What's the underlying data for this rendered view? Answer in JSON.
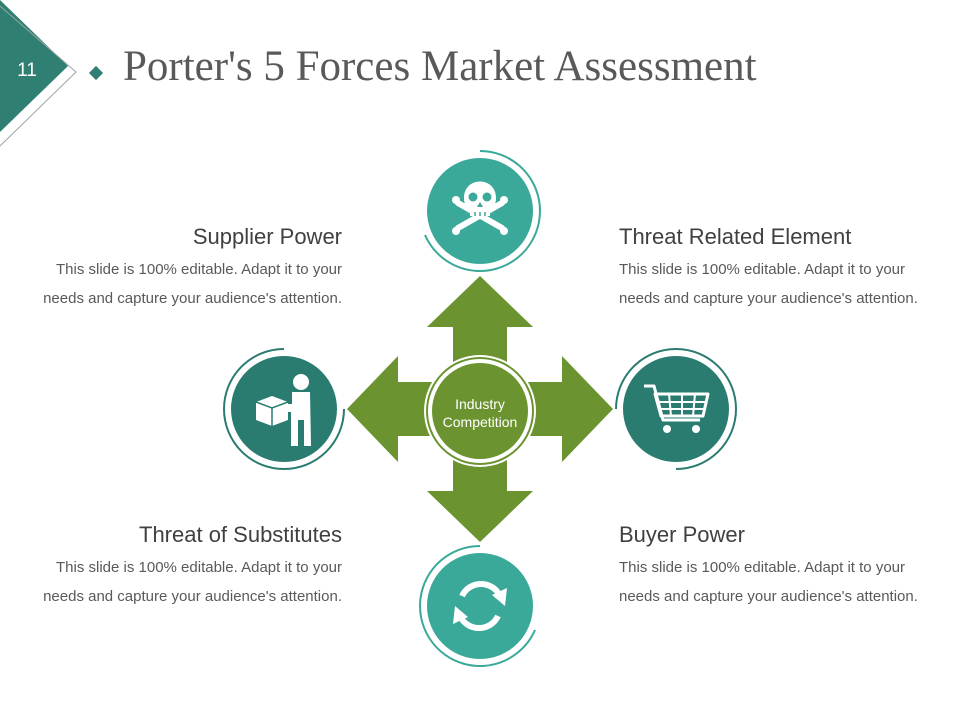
{
  "slide": {
    "number": "11",
    "title": "Porter's 5 Forces Market Assessment"
  },
  "center": {
    "label": "Industry Competition"
  },
  "forces": [
    {
      "title": "Supplier Power",
      "text": "This slide is 100% editable. Adapt it to your needs and capture your audience's attention.",
      "icon": "person-carrying-box-icon"
    },
    {
      "title": "Threat Related Element",
      "text": "This slide is 100% editable. Adapt it to your needs and capture your audience's attention.",
      "icon": "skull-crossbones-icon"
    },
    {
      "title": "Threat of Substitutes",
      "text": "This slide is 100% editable. Adapt it to your needs and capture your audience's attention.",
      "icon": "refresh-icon"
    },
    {
      "title": "Buyer Power",
      "text": "This slide is 100% editable. Adapt it to your needs and capture your audience's attention.",
      "icon": "shopping-cart-icon"
    }
  ],
  "colors": {
    "arrow_green": "#6b9430",
    "teal_light": "#3ba99a",
    "teal_dark": "#2a7c70",
    "title_gray": "#595959"
  }
}
